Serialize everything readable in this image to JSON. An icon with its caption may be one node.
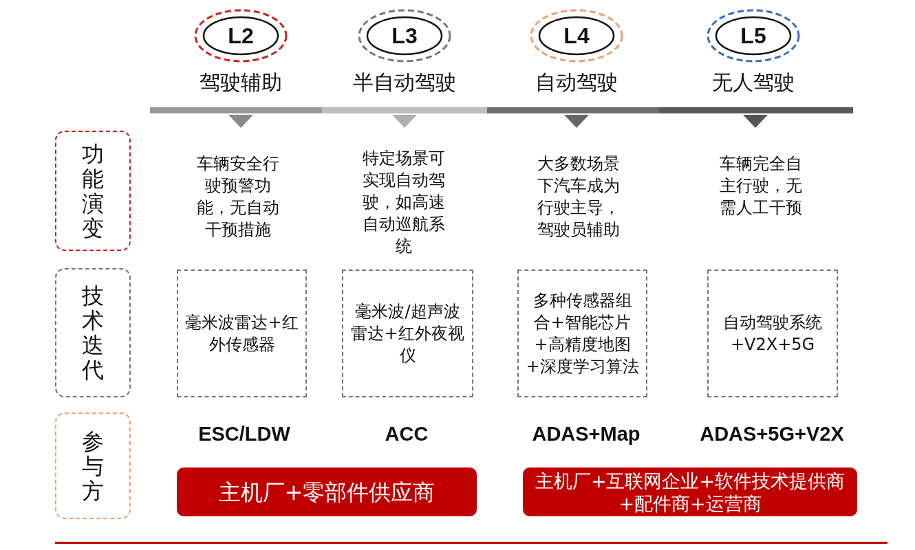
{
  "diagram": {
    "nodes": [
      {
        "text": [
          "L2"
        ],
        "beside": [
          "驾驶辅助"
        ]
      },
      {
        "text": [
          "L3"
        ],
        "beside": [
          "半自动驾驶"
        ]
      },
      {
        "text": [
          "L4"
        ],
        "beside": [
          "自动驾驶"
        ]
      },
      {
        "text": [
          "L5"
        ],
        "beside": [
          "无人驾驶"
        ]
      },
      {
        "text": [
          "功能演变"
        ]
      },
      {
        "text": [
          "技术迭代"
        ]
      },
      {
        "text": [
          "参与方"
        ]
      },
      {
        "text": [
          "毫米波雷达+红外传感器"
        ]
      },
      {
        "text": [
          "毫米波/超声波雷达+红外夜视仪"
        ]
      },
      {
        "text": [
          "多种传感器组合+智能芯片+高精度地图+深度学习算法"
        ]
      },
      {
        "text": [
          "自动驾驶系统+V2X+5G"
        ]
      },
      {
        "text": [
          "主机厂+零部件供应商"
        ]
      },
      {
        "text": [
          "主机厂+互联网企业+软件技术提供商+配件商+运营商"
        ]
      }
    ],
    "edges": [],
    "labels": [
      "车辆安全行驶预警功能，无自动干预措施",
      "特定场景可实现自动驾驶，如高速自动巡航系统",
      "大多数场景下汽车成为行驶主导，驾驶员辅助",
      "车辆完全自主行驶，无需人工干预",
      "ESC/LDW",
      "ACC",
      "ADAS+Map",
      "ADAS+5G+V2X"
    ]
  }
}
